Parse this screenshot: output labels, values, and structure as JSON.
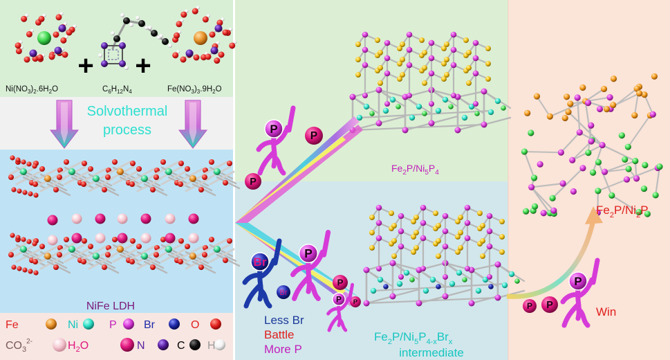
{
  "reactants": {
    "ni_salt": {
      "base": "Ni(NO",
      "sub1": "3",
      "mid": ")",
      "sub2": "2",
      "tail": ".6H",
      "sub3": "2",
      "end": "O"
    },
    "hmt": {
      "base": "C",
      "sub1": "6",
      "mid1": "H",
      "sub2": "12",
      "mid2": "N",
      "sub3": "4"
    },
    "fe_salt": {
      "base": "Fe(NO",
      "sub1": "3",
      "mid": ")",
      "sub2": "3",
      "tail": ".9H",
      "sub3": "2",
      "end": "O"
    },
    "plus": "+"
  },
  "process": {
    "line1": "Solvothermal",
    "line2": "process"
  },
  "ldh_label": "NiFe LDH",
  "legend": {
    "row1": [
      {
        "label": "Fe",
        "color": "#e8922a"
      },
      {
        "label": "Ni",
        "color": "#2ee0c8"
      },
      {
        "label": "P",
        "color": "#d33ad8"
      },
      {
        "label": "Br",
        "color": "#1f2aa8"
      },
      {
        "label": "O",
        "color": "#e0201e"
      }
    ],
    "row2": [
      {
        "label": "CO",
        "sub": "3",
        "sup": "2-",
        "color": "#f4c6d0"
      },
      {
        "label": "H",
        "sub": "2",
        "tail": "O",
        "color": "#e0167e"
      },
      {
        "label": "N",
        "color": "#5a1ea0"
      },
      {
        "label": "C",
        "color": "#000000"
      },
      {
        "label": "H",
        "color": "#f2f2f2"
      }
    ]
  },
  "products": {
    "top": {
      "a": "Fe",
      "a_sub": "2",
      "b": "P/Ni",
      "b_sub": "5",
      "c": "P",
      "c_sub": "4"
    },
    "intermediate": {
      "a": "Fe",
      "a_sub": "2",
      "b": "P/Ni",
      "b_sub": "5",
      "c": "P",
      "c_sub": "4-x",
      "d": "Br",
      "d_sub": "x",
      "line2": "intermediate"
    },
    "final": {
      "a": "Fe",
      "a_sub": "2",
      "b": "P/Ni",
      "b_sub": "2",
      "c": "P"
    }
  },
  "characters": {
    "p_letter": "P",
    "br_letter": "Br",
    "less_br": "Less Br",
    "battle": "Battle",
    "more_p": "More P",
    "win": "Win"
  },
  "colors": {
    "panel_green": "#d8efd6",
    "panel_blue": "#d2e7f2",
    "panel_ldh": "#bfe3f5",
    "panel_legend": "#f7e6e2",
    "panel_right": "#fbe4d8",
    "process_text": "#2ee0d0",
    "p_magenta": "#d63bd8",
    "label_red": "#e0201e",
    "label_blue": "#1c3a9a",
    "label_purple": "#c21fbb"
  }
}
